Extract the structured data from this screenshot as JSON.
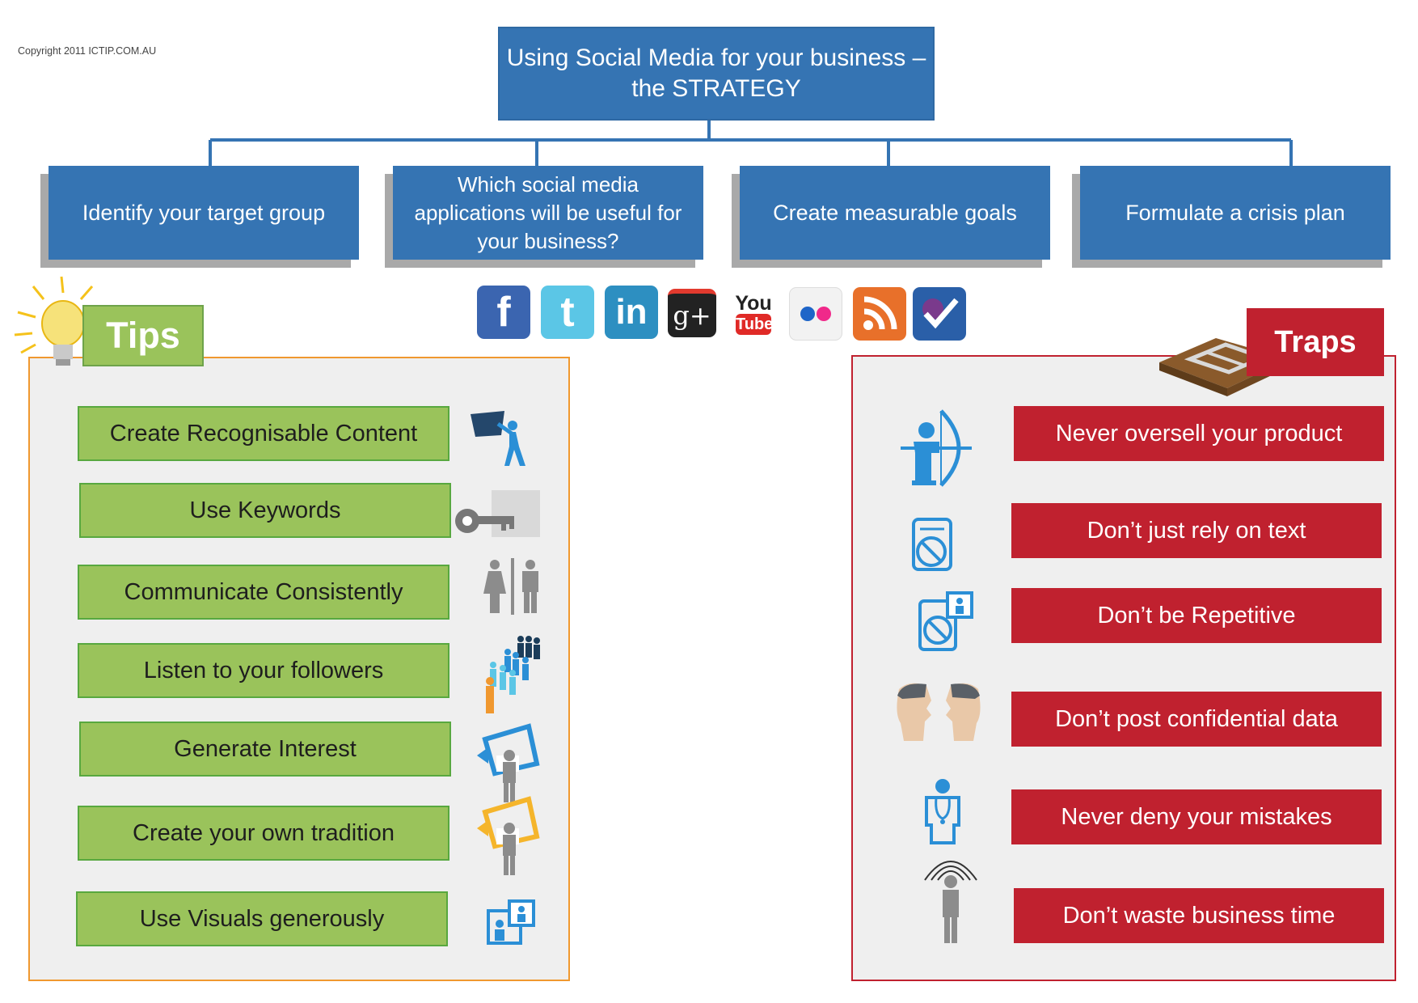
{
  "copyright": "Copyright 2011 ICTIP.COM.AU",
  "title": {
    "line1": "Using Social Media for your business –",
    "line2": "the STRATEGY"
  },
  "strategy": [
    {
      "label": "Identify your target group"
    },
    {
      "label": "Which social media applications will be useful for your business?"
    },
    {
      "label": "Create measurable goals"
    },
    {
      "label": "Formulate a crisis plan"
    }
  ],
  "social_icons": [
    {
      "name": "facebook-icon",
      "glyph": "f",
      "color": "#3b65b0"
    },
    {
      "name": "twitter-icon",
      "glyph": "t",
      "color": "#5bc6e6"
    },
    {
      "name": "linkedin-icon",
      "glyph": "in",
      "color": "#2d8fc1"
    },
    {
      "name": "google-plus-icon",
      "glyph": "g+",
      "color": "#222222"
    },
    {
      "name": "youtube-icon",
      "glyph_top": "You",
      "glyph_bottom": "Tube",
      "color": "#e02a27"
    },
    {
      "name": "flickr-icon",
      "color": "#f2f2f2"
    },
    {
      "name": "rss-icon",
      "color": "#e8702a"
    },
    {
      "name": "foursquare-icon",
      "color": "#2a5fa8"
    }
  ],
  "tips": {
    "heading": "Tips",
    "items": [
      {
        "label": "Create Recognisable Content"
      },
      {
        "label": "Use Keywords"
      },
      {
        "label": "Communicate Consistently"
      },
      {
        "label": "Listen to your followers"
      },
      {
        "label": "Generate Interest"
      },
      {
        "label": "Create your own tradition"
      },
      {
        "label": "Use Visuals generously"
      }
    ]
  },
  "traps": {
    "heading": "Traps",
    "items": [
      {
        "label": "Never oversell your product"
      },
      {
        "label": "Don’t just rely on text"
      },
      {
        "label": "Don’t be Repetitive"
      },
      {
        "label": "Don’t post confidential data"
      },
      {
        "label": "Never deny your mistakes"
      },
      {
        "label": "Don’t waste business time"
      }
    ]
  },
  "colors": {
    "blue": "#3574b3",
    "green": "#9ac35b",
    "red": "#c0212f",
    "orange": "#f0982f"
  }
}
